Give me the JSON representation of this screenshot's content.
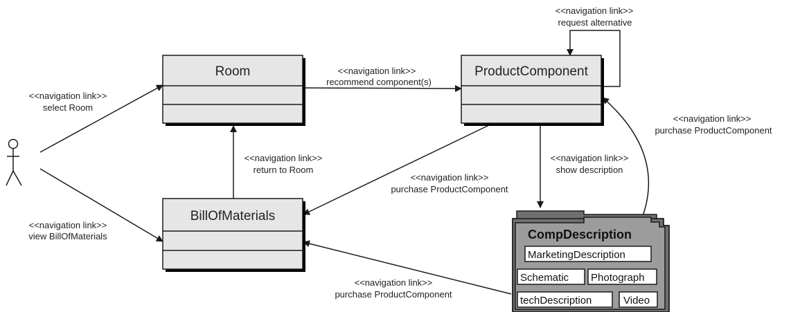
{
  "classes": {
    "room": "Room",
    "product_component": "ProductComponent",
    "bill_of_materials": "BillOfMaterials"
  },
  "package": {
    "title": "CompDescription",
    "items": [
      "MarketingDescription",
      "Schematic",
      "Photograph",
      "techDescription",
      "Video"
    ]
  },
  "links": {
    "select_room": {
      "stereotype": "<<navigation link>>",
      "label": "select Room"
    },
    "view_bom": {
      "stereotype": "<<navigation link>>",
      "label": "view BillOfMaterials"
    },
    "recommend": {
      "stereotype": "<<navigation link>>",
      "label": "recommend component(s)"
    },
    "request_alt": {
      "stereotype": "<<navigation link>>",
      "label": "request alternative"
    },
    "return_room": {
      "stereotype": "<<navigation link>>",
      "label": "return to Room"
    },
    "purchase_pc_center": {
      "stereotype": "<<navigation link>>",
      "label": "purchase ProductComponent"
    },
    "show_desc": {
      "stereotype": "<<navigation link>>",
      "label": "show description"
    },
    "purchase_pc_right": {
      "stereotype": "<<navigation link>>",
      "label": "purchase ProductComponent"
    },
    "purchase_pc_bottom": {
      "stereotype": "<<navigation link>>",
      "label": "purchase ProductComponent"
    }
  }
}
